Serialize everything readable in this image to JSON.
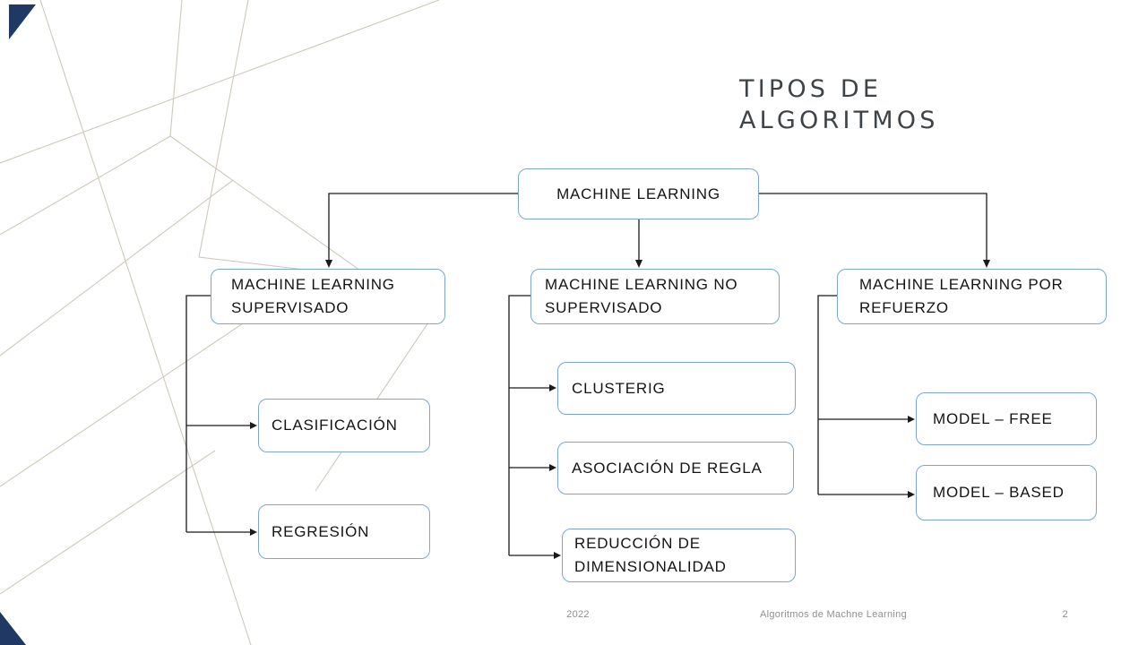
{
  "slide": {
    "title": {
      "line1": "TIPOS DE",
      "line2": "ALGORITMOS"
    },
    "nodes": {
      "root": {
        "label": "MACHINE LEARNING"
      },
      "supervisado": {
        "label": "MACHINE LEARNING SUPERVISADO"
      },
      "no_supervisado": {
        "label": "MACHINE LEARNING NO SUPERVISADO"
      },
      "refuerzo": {
        "label": "MACHINE LEARNING POR REFUERZO"
      },
      "clasificacion": {
        "label": "CLASIFICACIÓN"
      },
      "regresion": {
        "label": "REGRESIÓN"
      },
      "clustering": {
        "label": "CLUSTERIG"
      },
      "asociacion": {
        "label": "ASOCIACIÓN DE REGLA"
      },
      "reduccion": {
        "label": "REDUCCIÓN DE DIMENSIONALIDAD"
      },
      "model_free": {
        "label": "MODEL – FREE"
      },
      "model_based": {
        "label": "MODEL – BASED"
      }
    },
    "hierarchy": [
      {
        "parent": "MACHINE LEARNING",
        "children": [
          "MACHINE LEARNING SUPERVISADO",
          "MACHINE LEARNING NO SUPERVISADO",
          "MACHINE LEARNING POR REFUERZO"
        ]
      },
      {
        "parent": "MACHINE LEARNING SUPERVISADO",
        "children": [
          "CLASIFICACIÓN",
          "REGRESIÓN"
        ]
      },
      {
        "parent": "MACHINE LEARNING NO SUPERVISADO",
        "children": [
          "CLUSTERIG",
          "ASOCIACIÓN DE REGLA",
          "REDUCCIÓN DE DIMENSIONALIDAD"
        ]
      },
      {
        "parent": "MACHINE LEARNING POR REFUERZO",
        "children": [
          "MODEL – FREE",
          "MODEL – BASED"
        ]
      }
    ],
    "footer": {
      "year": "2022",
      "doc_title": "Algoritmos de Machne Learning",
      "page": "2"
    },
    "colors": {
      "box_border": "#7aa7d6",
      "connector": "#1a1a1a",
      "title_text": "#3e4347",
      "corner_triangle": "#1f3864",
      "decorative_line": "#cfc9bb",
      "footer_text": "#8f8f8f"
    }
  }
}
